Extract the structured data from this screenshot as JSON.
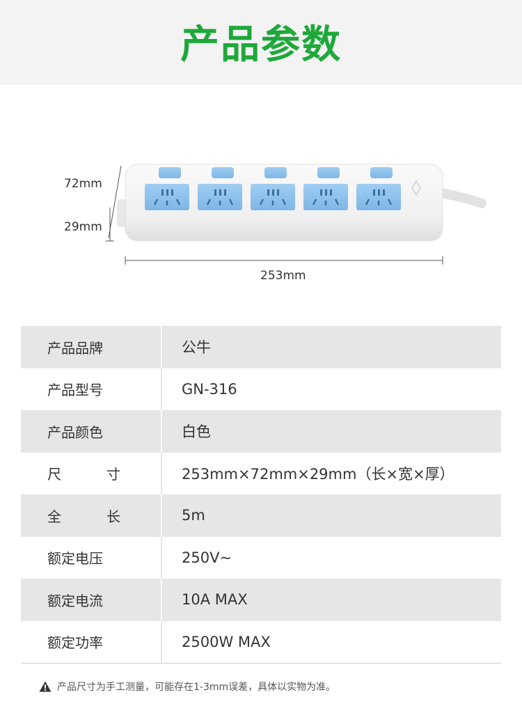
{
  "header": {
    "title": "产品参数"
  },
  "dimensions": {
    "height_label": "72mm",
    "depth_label": "29mm",
    "length_label": "253mm"
  },
  "product_image": {
    "icon": "power-strip-icon",
    "outlet_count": 5
  },
  "specs": [
    {
      "label": "产品品牌",
      "value": "公牛"
    },
    {
      "label": "产品型号",
      "value": "GN-316"
    },
    {
      "label": "产品颜色",
      "value": "白色"
    },
    {
      "label": "尺寸",
      "label_chars": [
        "尺",
        "寸"
      ],
      "value": "253mm×72mm×29mm（长×宽×厚）"
    },
    {
      "label": "全长",
      "label_chars": [
        "全",
        "长"
      ],
      "value": "5m"
    },
    {
      "label": "额定电压",
      "value": "250V~"
    },
    {
      "label": "额定电流",
      "value": "10A MAX"
    },
    {
      "label": "额定功率",
      "value": "2500W MAX"
    }
  ],
  "footnote": {
    "icon": "warning-icon",
    "text": "产品尺寸为手工测量，可能存在1-3mm误差，具体以实物为准。"
  },
  "colors": {
    "title_green": "#1fa83a",
    "socket_blue": "#8fc4ee",
    "row_shade": "#e6e6e6"
  }
}
